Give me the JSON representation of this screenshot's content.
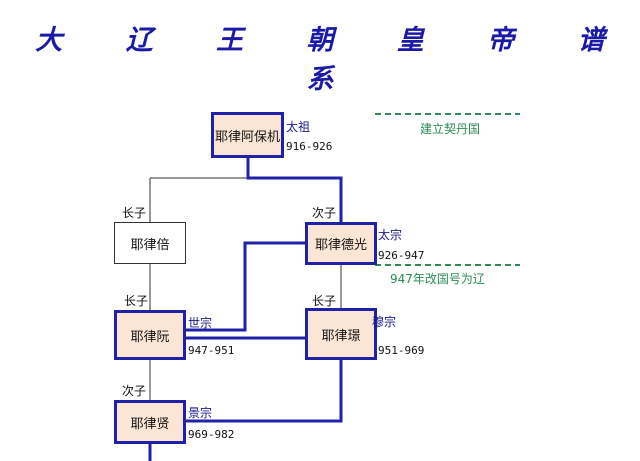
{
  "title": "大 辽 王 朝 皇 帝 谱 系",
  "notes": {
    "founding": "建立契丹国",
    "rename": "947年改国号为辽"
  },
  "people": {
    "abaoji": {
      "name": "耶律阿保机",
      "temple": "太祖",
      "years": "916-926"
    },
    "bei": {
      "name": "耶律倍"
    },
    "deguang": {
      "name": "耶律德光",
      "temple": "太宗",
      "years": "926-947"
    },
    "ruan": {
      "name": "耶律阮",
      "temple": "世宗",
      "years": "947-951"
    },
    "jing": {
      "name": "耶律璟",
      "temple": "穆宗",
      "years": "951-969"
    },
    "xian": {
      "name": "耶律贤",
      "temple": "景宗",
      "years": "969-982"
    }
  },
  "relations": {
    "bei": "长子",
    "deguang": "次子",
    "ruan": "长子",
    "jing": "长子",
    "xian": "次子"
  },
  "colors": {
    "royal_fill": "#fbe6d6",
    "royal_border": "#2121a8",
    "lineage_line": "#2121a8",
    "note_green": "#2e8b57"
  }
}
